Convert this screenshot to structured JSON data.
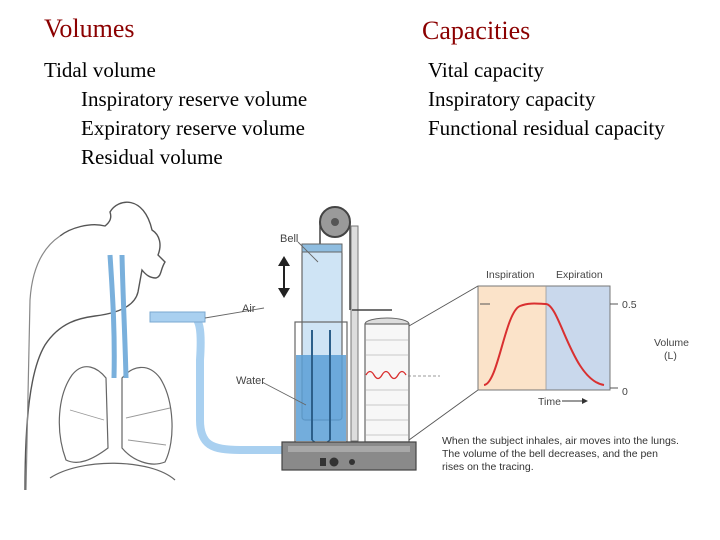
{
  "volumes": {
    "heading": "Volumes",
    "items": [
      "Tidal volume",
      "Inspiratory reserve volume",
      "Expiratory reserve volume",
      "Residual volume"
    ]
  },
  "capacities": {
    "heading": "Capacities",
    "items": [
      "Vital capacity",
      "Inspiratory capacity",
      "Functional residual capacity"
    ]
  },
  "diagram": {
    "labels": {
      "bell": "Bell",
      "air": "Air",
      "water": "Water"
    },
    "graph": {
      "inspiration": "Inspiration",
      "expiration": "Expiration",
      "tick_high": "0.5",
      "tick_low": "0",
      "volume_label": "Volume",
      "volume_unit": "(L)",
      "time_label": "Time"
    },
    "caption": [
      "When the subject inhales, air moves into the lungs.",
      "The volume of the bell decreases, and the pen",
      "rises on the tracing."
    ],
    "colors": {
      "water": "#5b9fd6",
      "air_tube": "#a9d0f0",
      "trace": "#d93030",
      "inspiration_bg": "#fbe3c9",
      "expiration_bg": "#c9d8ec"
    }
  }
}
